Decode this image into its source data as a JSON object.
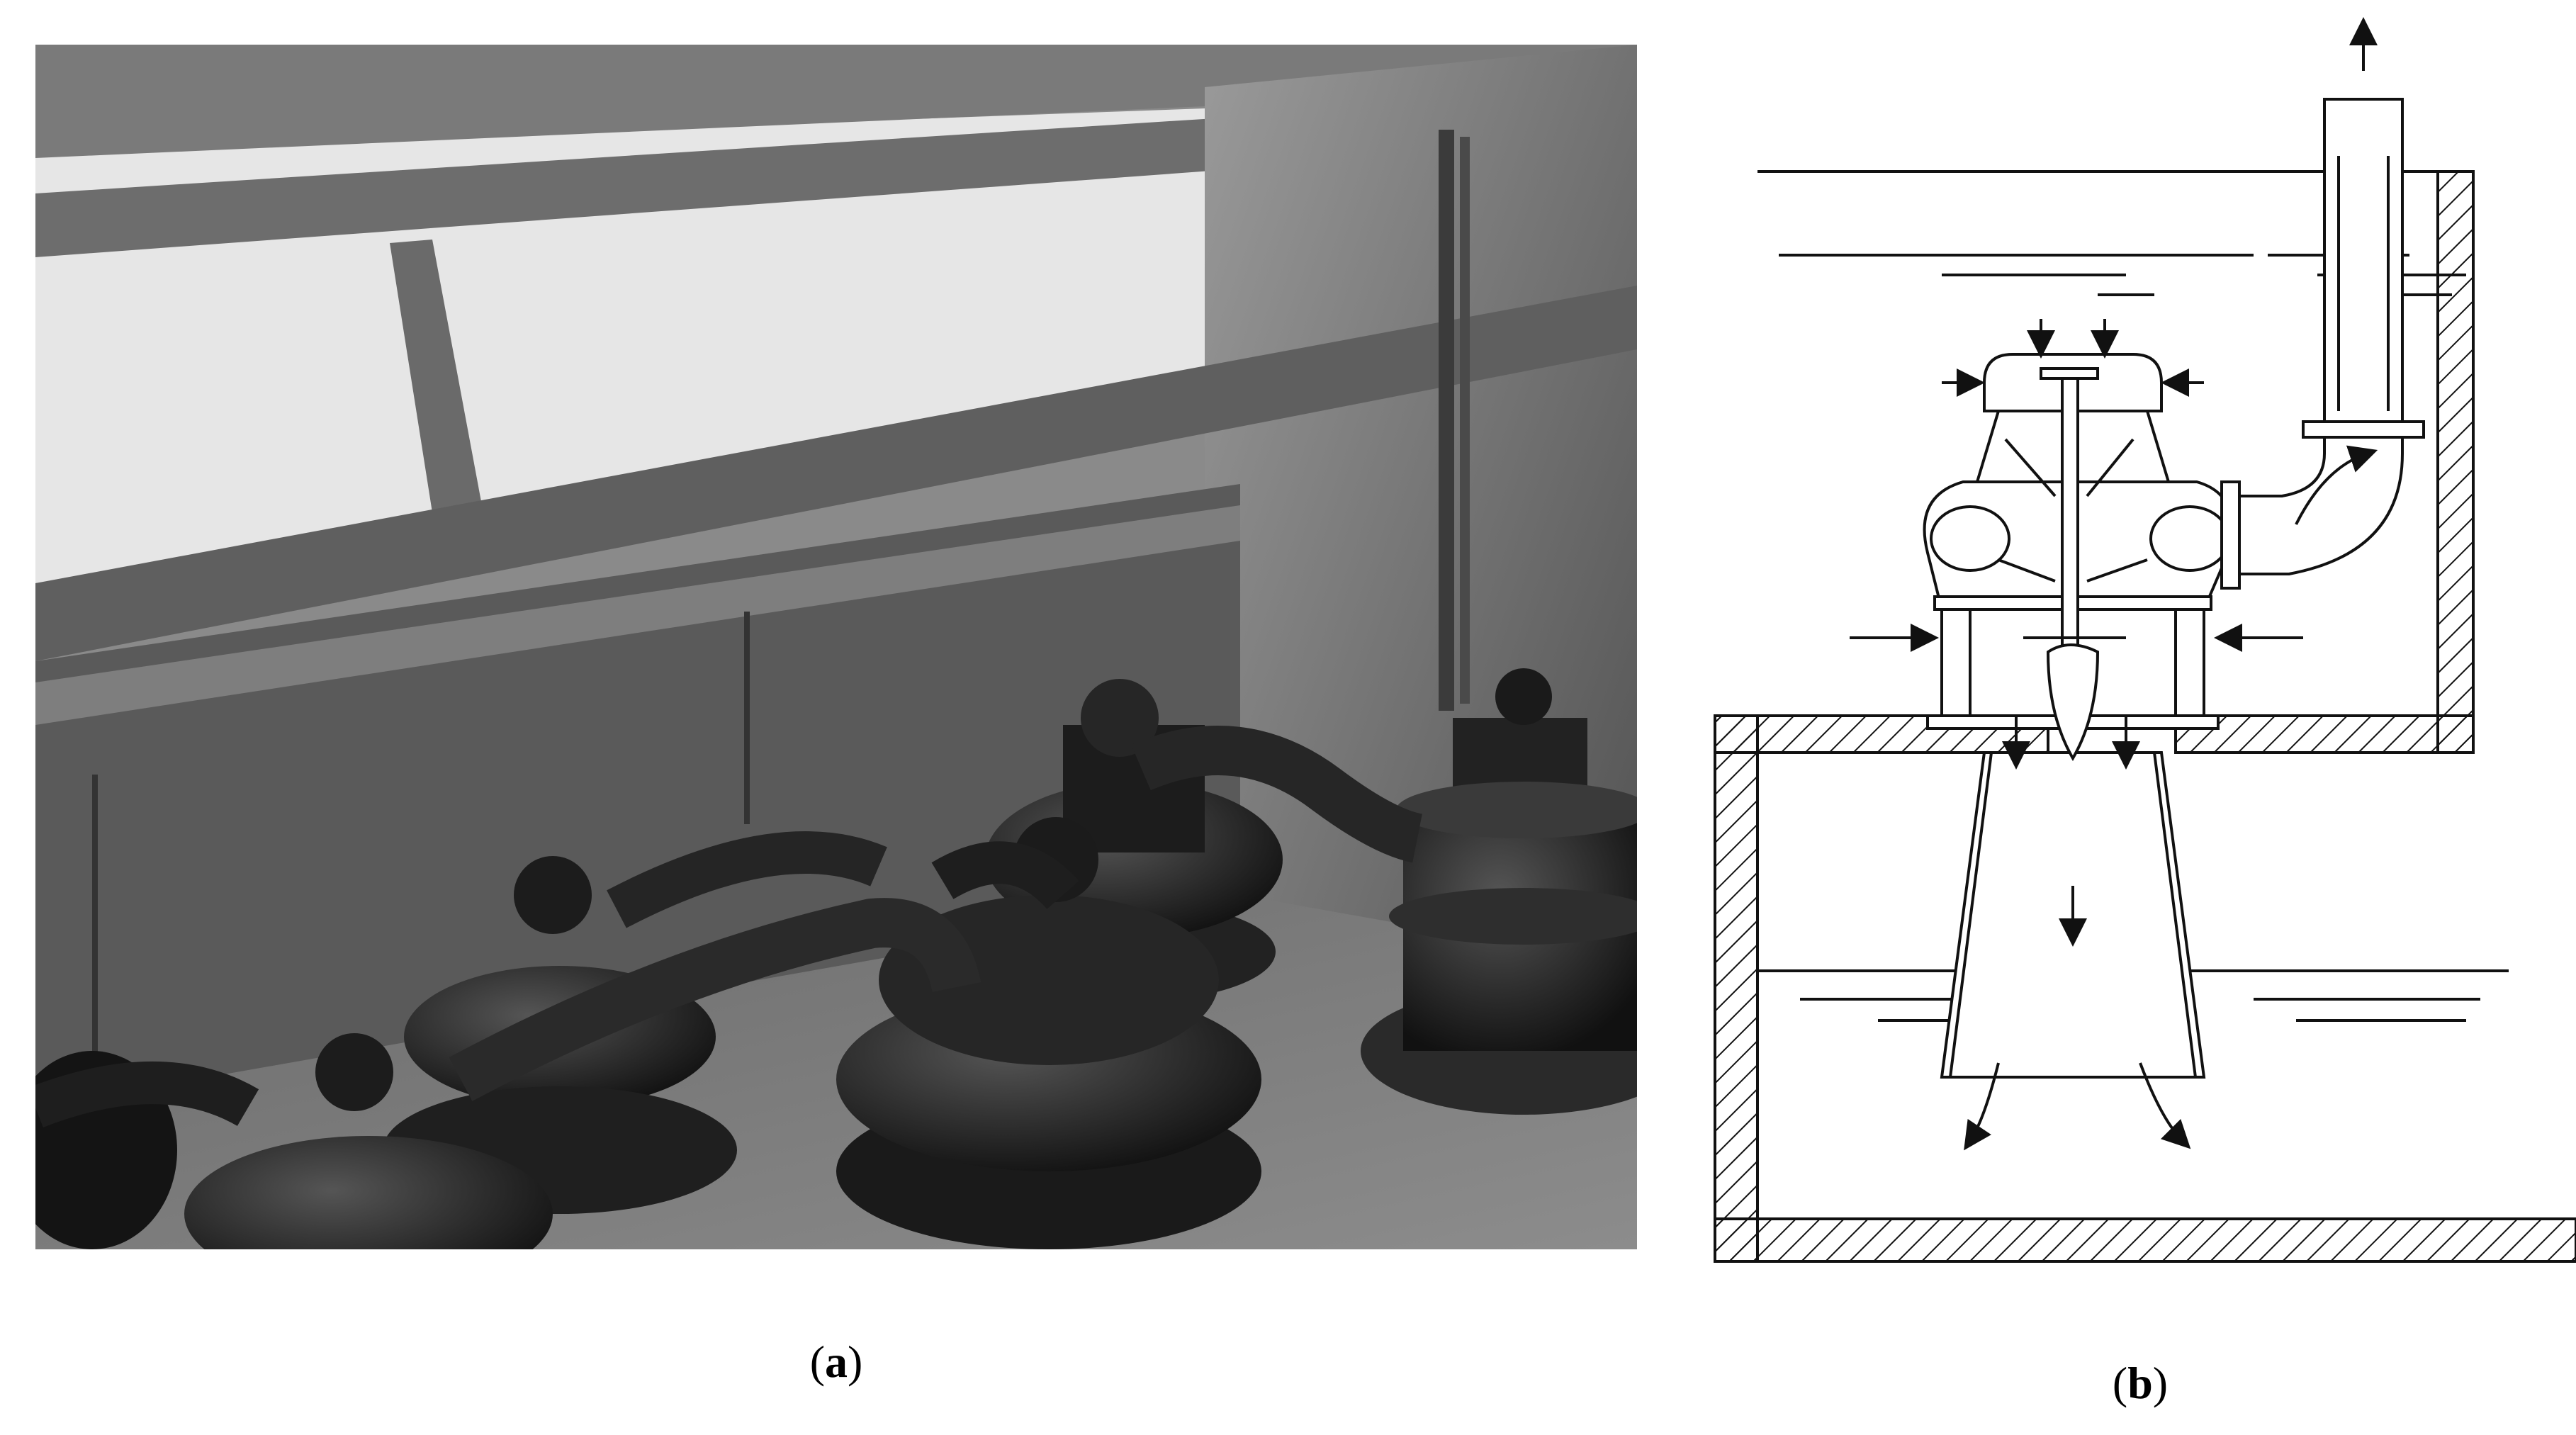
{
  "panels": [
    {
      "id": "a",
      "kind": "photograph",
      "caption_open": "(",
      "caption_letter": "a",
      "caption_close": ")"
    },
    {
      "id": "b",
      "kind": "schematic",
      "caption_open": "(",
      "caption_letter": "b",
      "caption_close": ")"
    }
  ],
  "colors": {
    "ink": "#111111",
    "paper": "#ffffff"
  }
}
